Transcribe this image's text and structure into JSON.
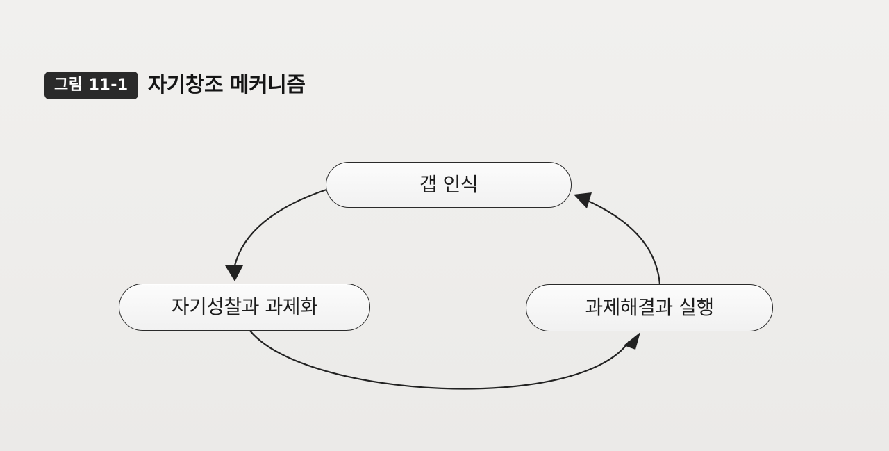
{
  "figure": {
    "tag": "그림 11-1",
    "title": "자기창조 메커니즘"
  },
  "diagram": {
    "nodes": {
      "gap_recognition": "갭 인식",
      "self_reflection": "자기성찰과 과제화",
      "problem_solving": "과제해결과 실행"
    }
  }
}
